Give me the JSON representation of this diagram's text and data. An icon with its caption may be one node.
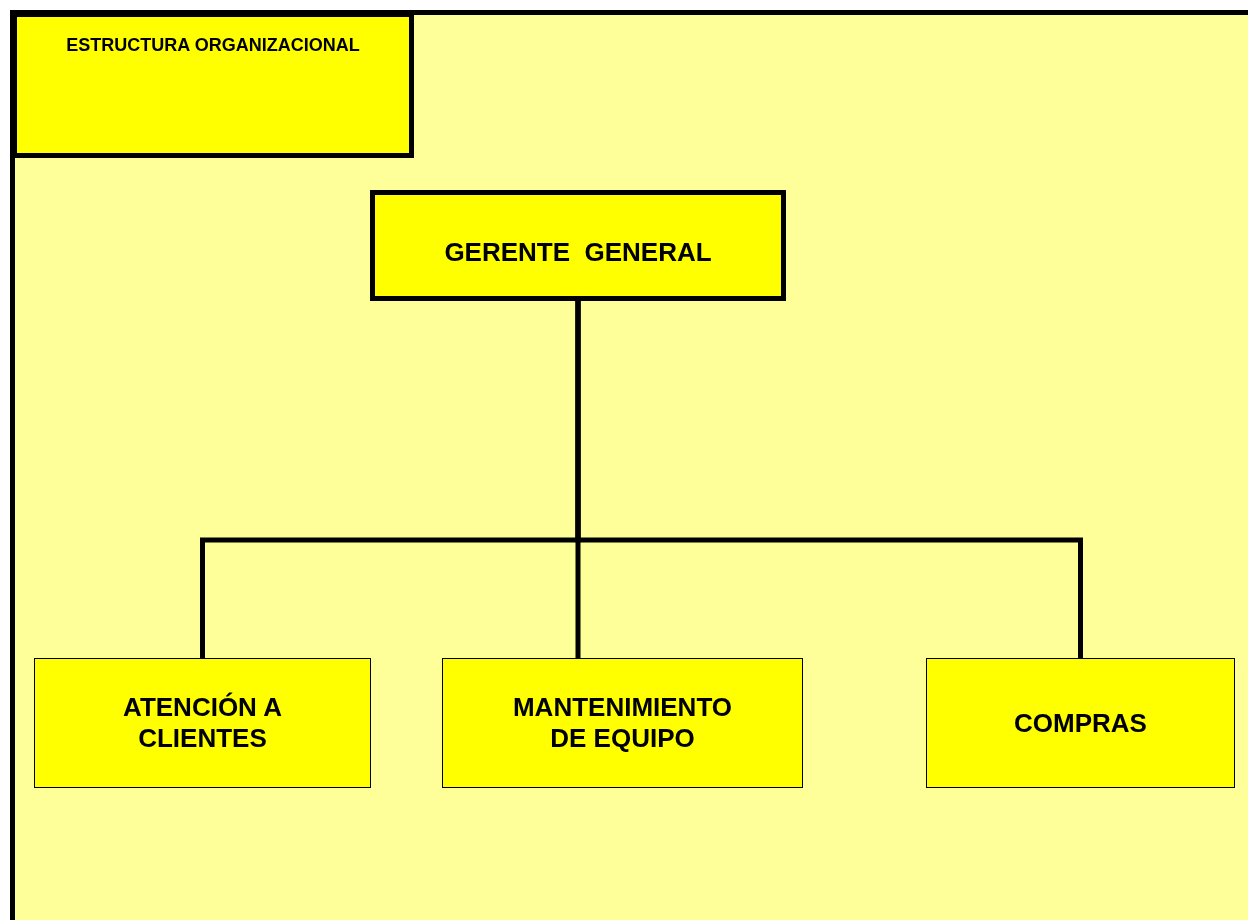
{
  "diagram": {
    "nodes": [
      {
        "text": [
          "ESTRUCTURA ORGANIZACIONAL"
        ]
      },
      {
        "text": [
          "GERENTE  GENERAL"
        ]
      },
      {
        "text": [
          "ATENCIÓN A CLIENTES"
        ]
      },
      {
        "text": [
          "MANTENIMIENTO DE EQUIPO"
        ]
      },
      {
        "text": [
          "COMPRAS"
        ]
      }
    ],
    "edges": [
      {
        "from": 1,
        "to": 2,
        "arrow": "none"
      },
      {
        "from": 1,
        "to": 3,
        "arrow": "none"
      },
      {
        "from": 1,
        "to": 4,
        "arrow": "none"
      }
    ]
  }
}
